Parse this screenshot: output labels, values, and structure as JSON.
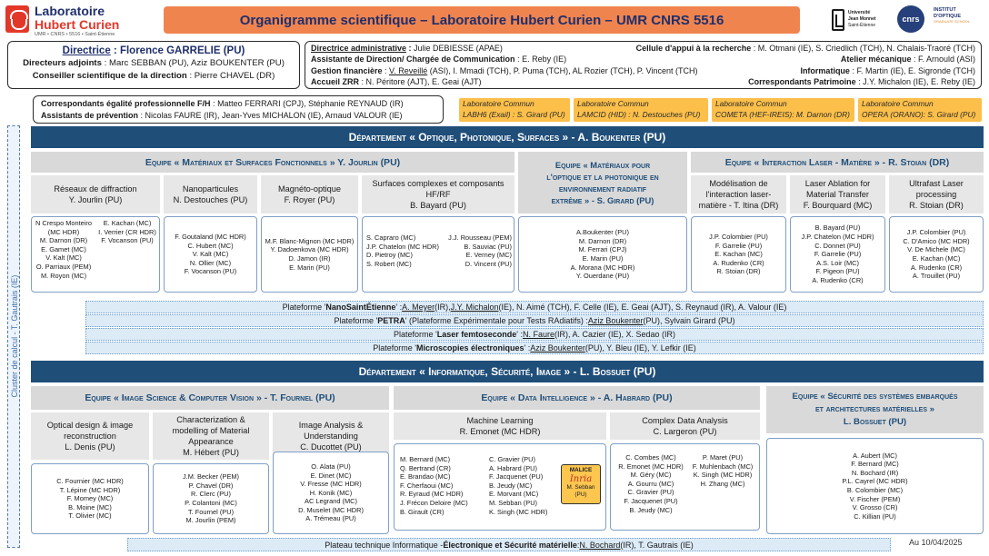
{
  "header": {
    "logo": {
      "name_line1": "Laboratoire",
      "name_line2": "Hubert Curien",
      "tagline": "UMR • CNRS • 5516 • Saint-Étienne"
    },
    "title": "Organigramme scientifique – Laboratoire Hubert Curien – UMR CNRS 5516",
    "ujm_logo": {
      "line1": "Université",
      "line2": "Jean Monnet",
      "line3": "Saint-Étienne"
    },
    "cnrs_logo": "cnrs",
    "io_logo": {
      "line1": "INSTITUT",
      "line2": "D'OPTIQUE",
      "line3": "GRADUATE SCHOOL"
    }
  },
  "direction": {
    "label": "Directrice",
    "name": "Florence GARRELIE (PU)",
    "deputies_label": "Directeurs adjoints",
    "deputies": "Marc SEBBAN (PU), Aziz BOUKENTER (PU)",
    "advisor_label": "Conseiller scientifique de la direction",
    "advisor": "Pierre CHAVEL (DR)"
  },
  "admin": {
    "left": [
      {
        "label": "Directrice administrative",
        "value": "Julie DEBIESSE (APAE)"
      },
      {
        "label": "Assistante de Direction/ Chargée de Communication",
        "value": "E. Reby (IE)"
      },
      {
        "label": "Gestion financière",
        "value_underlined": "V. Reveillé",
        "value": "(ASI), I. Mmadi (TCH), P. Puma (TCH), AL Rozier (TCH), P. Vincent (TCH)"
      },
      {
        "label": "Accueil ZRR",
        "value": "N. Péritore (AJT), E. Geai (AJT)"
      }
    ],
    "right": [
      {
        "label": "Cellule d'appui à la recherche",
        "value": "M. Otmani (IE), S. Criedlich (TCH), N. Chalais-Traoré (TCH)"
      },
      {
        "label": "Atelier mécanique",
        "value": "F. Arnould (ASI)"
      },
      {
        "label": "Informatique",
        "value": "F. Martin (IE), E. Sigronde (TCH)"
      },
      {
        "label": "Correspondants Patrimoine",
        "value": "J.Y. Michalon (IE), E. Reby (IE)"
      }
    ]
  },
  "equality": {
    "label1": "Correspondants égalité professionnelle F/H",
    "value1": "Matteo FERRARI (CPJ), Stéphanie REYNAUD (IR)",
    "label2": "Assistants de prévention",
    "value2": "Nicolas FAURE (IR), Jean-Yves MICHALON (IE), Arnaud VALOUR (IE)"
  },
  "communs": [
    {
      "line1": "Laboratoire Commun",
      "line2": "LABH6 (Exail) : S. Girard (PU)"
    },
    {
      "line1": "Laboratoire Commun",
      "line2": "LAMCID (HID) : N. Destouches (PU)"
    },
    {
      "line1": "Laboratoire Commun",
      "line2": "COMETA (HEF-IREIS): M. Darnon (DR)"
    },
    {
      "line1": "Laboratoire Commun",
      "line2": "OPERA (ORANO): S. Girard (PU)"
    }
  ],
  "cluster_label": "Cluster de calcul - T. Gautrais (IE)",
  "dept1": {
    "title": "Département « Optique, Photonique, Surfaces » - A. Boukenter (PU)",
    "team_mfs": "Equipe « Matériaux et Surfaces Fonctionnels » Y. Jourlin (PU)",
    "team_mop": [
      "Equipe « Matériaux pour",
      "l'optique et la photonique en",
      "environnement radiatif",
      "extrême » - S. Girard (PU)"
    ],
    "team_ilm": "Equipe « Interaction Laser - Matière » - R. Stoian (DR)",
    "subs": [
      {
        "l1": "Réseaux de diffraction",
        "l2": "Y. Jourlin (PU)"
      },
      {
        "l1": "Nanoparticules",
        "l2": "N. Destouches (PU)"
      },
      {
        "l1": "Magnéto-optique",
        "l2": "F. Royer (PU)"
      },
      {
        "l1": "Surfaces complexes et composants",
        "l2": "HF/RF",
        "l3": "B. Bayard (PU)"
      },
      {
        "l1": "Modélisation de",
        "l2": "l'interaction laser-",
        "l3": "matière - T. Itina (DR)"
      },
      {
        "l1": "Laser Ablation for",
        "l2": "Material Transfer",
        "l3": "F. Bourquard (MC)"
      },
      {
        "l1": "Ultrafast Laser",
        "l2": "processing",
        "l3": "R. Stoian (DR)"
      }
    ],
    "members_reseaux_left": [
      "N Crespo Monteiro",
      "(MC HDR)",
      "M. Darnon (DR)",
      "E. Gamet (MC)",
      "V. Kalt (MC)",
      "O. Parriaux (PEM)",
      "M. Royon (MC)"
    ],
    "members_reseaux_right": [
      "E. Kachan (MC)",
      "I. Verrier (CR HDR)",
      "F. Vocanson (PU)"
    ],
    "members_nano": [
      "F. Goutaland (MC HDR)",
      "C. Hubert (MC)",
      "V. Kalt (MC)",
      "N. Ollier (MC)",
      "F. Vocanson (PU)"
    ],
    "members_magneto": [
      "M.F. Blanc-Mignon (MC HDR)",
      "Y. Dadoenkova (MC HDR)",
      "D. Jamon (IR)",
      "E. Marin (PU)"
    ],
    "members_surf_left": [
      "S. Capraro (MC)",
      "J.P. Chatelon (MC HDR)",
      "D. Pietroy (MC)",
      "S. Robert (MC)"
    ],
    "members_surf_right": [
      "J.J. Rousseau (PEM)",
      "B. Sauviac (PU)",
      "E. Verney (MC)",
      "D. Vincent (PU)"
    ],
    "members_mop": [
      "A.Boukenter (PU)",
      "M. Darnon (DR)",
      "M. Ferrari (CPJ)",
      "E. Marin (PU)",
      "A. Morana (MC HDR)",
      "Y. Ouerdane (PU)"
    ],
    "members_model": [
      "J.P. Colombier (PU)",
      "F. Garrelie (PU)",
      "E. Kachan (MC)",
      "A. Rudenko (CR)",
      "R. Stoian (DR)"
    ],
    "members_ablation": [
      "B. Bayard (PU)",
      "J.P. Chatelon (MC HDR)",
      "C. Donnet (PU)",
      "F. Garrelie (PU)",
      "A.S. Loir (MC)",
      "F. Pigeon (PU)",
      "A. Rudenko (CR)"
    ],
    "members_ultra": [
      "J.P. Colombier (PU)",
      "C. D'Amico (MC HDR)",
      "V. De Michele (MC)",
      "E. Kachan (MC)",
      "A. Rudenko (CR)",
      "A. Trouillet (PU)"
    ]
  },
  "platforms": [
    {
      "prefix": "Plateforme '",
      "name": "NanoSaintÉtienne",
      "mid": "' : ",
      "u1": "A. Meyer",
      "t1": " (IR), ",
      "u2": "J.Y. Michalon",
      "rest": " (IE), N. Aimé (TCH), F. Celle (IE), E. Geai (AJT), S. Reynaud (IR), A. Valour (IE)"
    },
    {
      "prefix": "Plateforme '",
      "name": "PETRA",
      "mid": "' (Plateforme Expérimentale pour Tests RAdiatifs) : ",
      "u1": "Aziz Boukenter",
      "t1": " (PU), Sylvain Girard (PU)",
      "u2": "",
      "rest": ""
    },
    {
      "prefix": "Plateforme '",
      "name": "Laser femtoseconde",
      "mid": "' : ",
      "u1": "N. Faure",
      "t1": " (IR), A. Cazier (IE), X. Sedao (IR)",
      "u2": "",
      "rest": ""
    },
    {
      "prefix": "Plateforme '",
      "name": "Microscopies électroniques",
      "mid": "' : ",
      "u1": "Aziz Boukenter",
      "t1": " (PU), Y. Bleu (IE), Y. Lefkir (IE)",
      "u2": "",
      "rest": ""
    }
  ],
  "dept2": {
    "title": "Département « Informatique, Sécurité, Image » - L. Bossuet (PU)",
    "team_iscv": "Equipe « Image Science & Computer Vision » - T. Fournel (PU)",
    "team_di": "Equipe « Data Intelligence » - A. Habrard (PU)",
    "team_sec": [
      "Equipe « Sécurité des systèmes embarqués",
      "et architectures matérielles »",
      "L. Bossuet (PU)"
    ],
    "subs": [
      {
        "l1": "Optical design & image",
        "l2": "reconstruction",
        "l3": "L. Denis (PU)"
      },
      {
        "l1": "Characterization &",
        "l2": "modelling of Material",
        "l3": "Appearance",
        "l4": "M. Hébert (PU)"
      },
      {
        "l1": "Image Analysis &",
        "l2": "Understanding",
        "l3": "C. Ducottet (PU)"
      },
      {
        "l1": "Machine Learning",
        "l2": "R. Emonet (MC HDR)"
      },
      {
        "l1": "Complex Data Analysis",
        "l2": "C. Largeron (PU)"
      }
    ],
    "members_optical": [
      "C. Fournier (MC HDR)",
      "T. Lépine (MC HDR)",
      "F. Momey (MC)",
      "B. Moine (MC)",
      "T. Olivier (MC)"
    ],
    "members_charac": [
      "J.M. Becker (PEM)",
      "P. Chavel (DR)",
      "R. Clerc (PU)",
      "P. Colantoni (MC)",
      "T. Fournel (PU)",
      "M. Jourlin (PEM)"
    ],
    "members_analysis": [
      "O. Alata (PU)",
      "E. Dinet (MC)",
      "V. Fresse (MC HDR)",
      "H. Konik (MC)",
      "AC Legrand (MC)",
      "D. Muselet (MC HDR)",
      "A. Trémeau (PU)"
    ],
    "members_ml_left": [
      "M. Bernard (MC)",
      "Q. Bertrand (CR)",
      "E. Brandao (MC)",
      "F. Cherfaoui (MC)",
      "R. Eyraud (MC HDR)",
      "J. Frécon Deloire (MC)",
      "B. Girault (CR)"
    ],
    "members_ml_right": [
      "C. Gravier (PU)",
      "A. Habrard (PU)",
      "F. Jacquenet (PU)",
      "B. Jeudy (MC)",
      "E. Morvant (MC)",
      "M. Sebban (PU)",
      "K. Singh (MC HDR)"
    ],
    "malice": {
      "title": "MALICE",
      "brand": "Inria",
      "l1": "M. Sebban",
      "l2": "(PU)"
    },
    "members_cda_left": [
      "C. Combes (MC)",
      "R. Emonet (MC HDR)",
      "M. Géry (MC)",
      "A. Gourru (MC)",
      "C. Gravier (PU)",
      "F. Jacquenet (PU)",
      "B. Jeudy (MC)"
    ],
    "members_cda_right": [
      "P. Maret (PU)",
      "F. Muhlenbach (MC)",
      "K. Singh (MC HDR)",
      "H. Zhang (MC)"
    ],
    "members_sec": [
      "A. Aubert (MC)",
      "F. Bernard (MC)",
      "N. Bochard (IR)",
      "P.L. Cayrel (MC HDR)",
      "B. Colombier (MC)",
      "V. Fischer (PEM)",
      "V. Grosso (CR)",
      "C. Killian (PU)"
    ]
  },
  "footer": {
    "prefix": "Plateau technique Informatique - ",
    "bold": "Électronique et Sécurité matérielle",
    "mid": " : ",
    "u1": "N. Bochard",
    "rest": " (IR), T. Gautrais (IE)",
    "date": "Au 10/04/2025"
  }
}
